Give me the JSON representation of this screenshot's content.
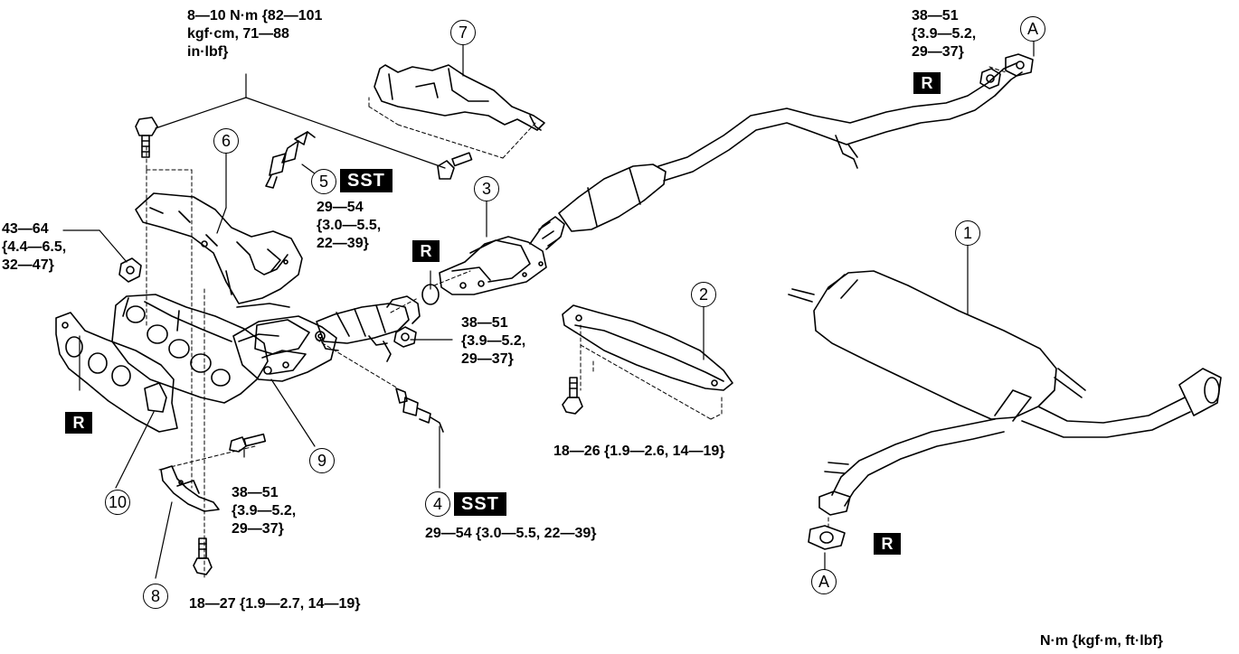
{
  "callouts": {
    "c1": "1",
    "c2": "2",
    "c3": "3",
    "c4": "4",
    "c5": "5",
    "c6": "6",
    "c7": "7",
    "c8": "8",
    "c9": "9",
    "c10": "10",
    "a_top": "A",
    "a_bottom": "A"
  },
  "tags": {
    "r": "R",
    "sst": "SST"
  },
  "torque": {
    "t_heat_insulator": "8—10 N·m {82—101\nkgf·cm, 71—88\nin·lbf}",
    "t_pipe_joint_top": "38—51\n{3.9—5.2,\n29—37}",
    "t_sensor5": "29—54\n{3.0—5.5,\n22—39}",
    "t_manifold_nut": "43—64\n{4.4—6.5,\n32—47}",
    "t_flange_center": "38—51\n{3.9—5.2,\n29—37}",
    "t_bracket_bolt": "38—51\n{3.9—5.2,\n29—37}",
    "t_sensor4": "29—54 {3.0—5.5, 22—39}",
    "t_bracket_lower": "18—27 {1.9—2.7, 14—19}",
    "t_member": "18—26 {1.9—2.6, 14—19}"
  },
  "units": "N·m {kgf·m, ft·lbf}"
}
